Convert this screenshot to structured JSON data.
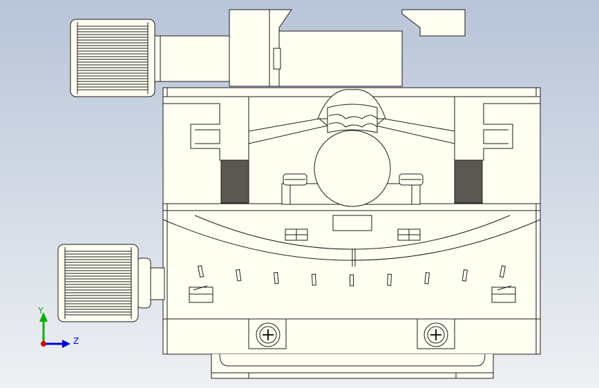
{
  "viewport": {
    "background_top": "#b8c4d8",
    "background_bottom": "#eef0f3",
    "part_fill": "#fffff2",
    "edge_color": "#1a1a1a",
    "shadow_fill": "#5a5850"
  },
  "triad": {
    "y_label": "Y",
    "z_label": "Z",
    "y_color": "#00b000",
    "z_color": "#0000e0",
    "x_color": "#e00000"
  },
  "scale": {
    "tick_count": 9
  }
}
